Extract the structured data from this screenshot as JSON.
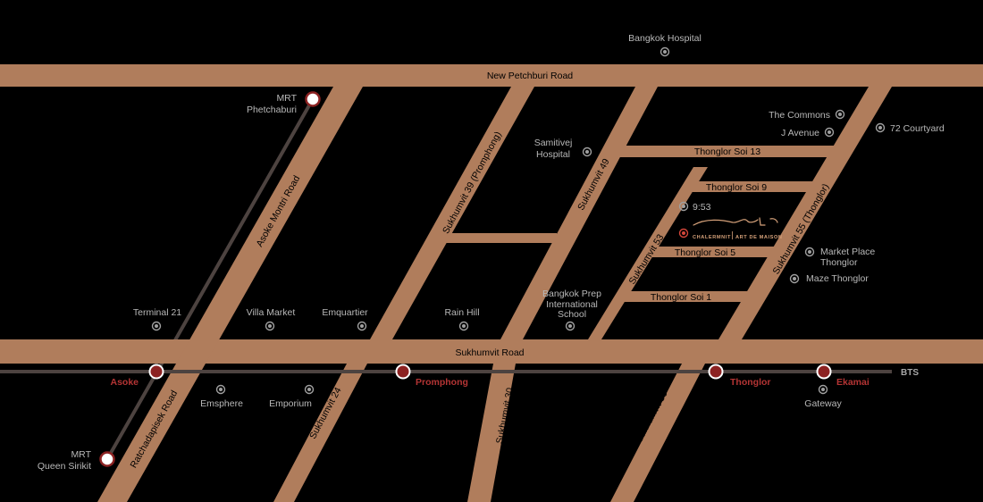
{
  "colors": {
    "background": "#000000",
    "road": "#b07d5c",
    "rail_line": "#4d4340",
    "station_fill": "#8c2222",
    "station_label": "#b43434",
    "poi": "#a0a0a0",
    "logo": "#d4a079"
  },
  "roads": {
    "new_petchburi": "New Petchburi Road",
    "sukhumvit": "Sukhumvit Road",
    "asoke_montri": "Asoke Montri Road",
    "ratchadapisek": "Ratchadapisek Road",
    "sukhumvit_39": "Sukhumvit 39 (Promphong)",
    "sukhumvit_49": "Sukhumvit 49",
    "sukhumvit_53": "Sukhumvit 53",
    "sukhumvit_55": "Sukhumvit 55 (Thonglor)",
    "sukhumvit_24": "Sukhumvit 24",
    "sukhumvit_30": "Sukhumvit 30",
    "sukhumvit_36": "Sukhumvit 36",
    "thonglor_soi_13": "Thonglor Soi 13",
    "thonglor_soi_9": "Thonglor Soi 9",
    "thonglor_soi_5": "Thonglor Soi 5",
    "thonglor_soi_1": "Thonglor Soi 1"
  },
  "stations": {
    "asoke": "Asoke",
    "promphong": "Promphong",
    "thonglor": "Thonglor",
    "ekamai": "Ekamai",
    "mrt_petchaburi_line1": "MRT",
    "mrt_petchaburi_line2": "Phetchaburi",
    "mrt_queen_line1": "MRT",
    "mrt_queen_line2": "Queen Sirikit",
    "bts_line": "BTS"
  },
  "pois": {
    "bangkok_hospital": "Bangkok Hospital",
    "the_commons": "The Commons",
    "j_avenue": "J Avenue",
    "courtyard_72": "72 Courtyard",
    "samitivej_line1": "Samitivej",
    "samitivej_line2": "Hospital",
    "nine_53": "9:53",
    "market_place_line1": "Market Place",
    "market_place_line2": "Thonglor",
    "maze_thonglor": "Maze Thonglor",
    "terminal_21": "Terminal 21",
    "villa_market": "Villa Market",
    "emquartier": "Emquartier",
    "rain_hill": "Rain Hill",
    "bkk_prep_line1": "Bangkok Prep",
    "bkk_prep_line2": "International",
    "bkk_prep_line3": "School",
    "emsphere": "Emsphere",
    "emporium": "Emporium",
    "gateway": "Gateway"
  },
  "logo": {
    "left": "CHALERMNIT",
    "right": "ART DE MAISON"
  }
}
